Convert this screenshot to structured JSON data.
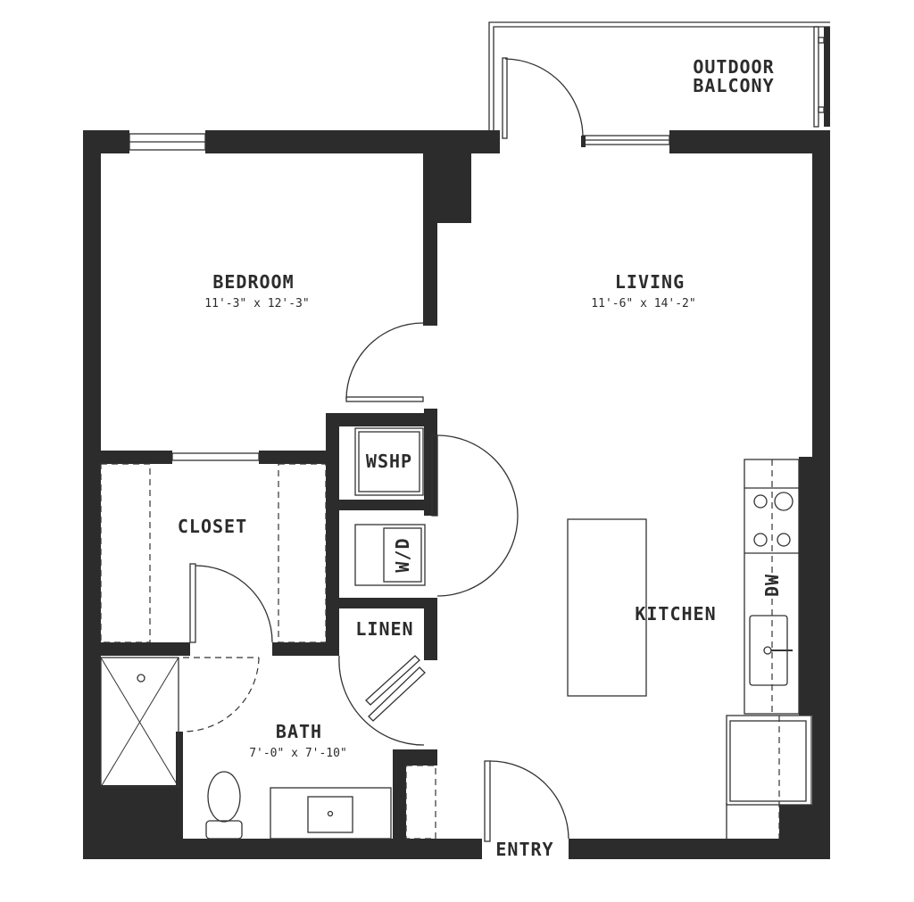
{
  "rooms": {
    "balcony": {
      "line1": "OUTDOOR",
      "line2": "BALCONY"
    },
    "bedroom": {
      "label": "BEDROOM",
      "dims": "11'-3\" x 12'-3\""
    },
    "living": {
      "label": "LIVING",
      "dims": "11'-6\" x 14'-2\""
    },
    "closet": {
      "label": "CLOSET"
    },
    "wshp": {
      "label": "WSHP"
    },
    "wd": {
      "label": "W/D"
    },
    "linen": {
      "label": "LINEN"
    },
    "kitchen": {
      "label": "KITCHEN"
    },
    "dw": {
      "label": "DW"
    },
    "bath": {
      "label": "BATH",
      "dims": "7'-0\" x 7'-10\""
    },
    "entry": {
      "label": "ENTRY"
    }
  },
  "colors": {
    "wall": "#2d2c2d",
    "background": "#ffffff"
  }
}
